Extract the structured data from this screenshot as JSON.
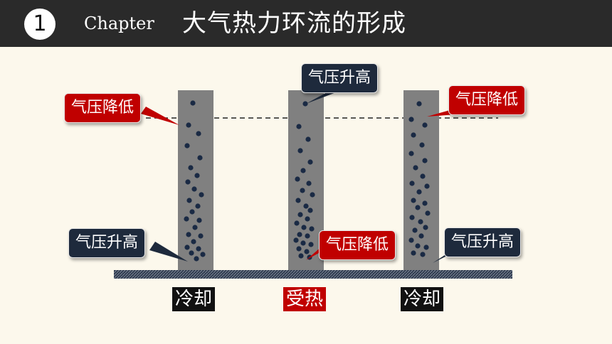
{
  "header": {
    "number": "1",
    "chapter": "Chapter",
    "title": "大气热力环流的形成"
  },
  "callouts": {
    "left_top": "气压降低",
    "middle_top": "气压升高",
    "right_top": "气压降低",
    "left_bottom": "气压升高",
    "middle_bottom": "气压降低",
    "right_bottom": "气压升高"
  },
  "ground_labels": {
    "left": "冷却",
    "middle": "受热",
    "right": "冷却"
  },
  "colors": {
    "header_bg": "#2a2a2a",
    "low_pressure": "#c00000",
    "high_pressure": "#1e2a3c",
    "column": "#808080",
    "molecule": "#1a2a44",
    "ground": "#2e3a4e"
  },
  "icons": [
    "number-circle",
    "dashed-isobar-line",
    "hatched-ground-bar",
    "air-molecule-dot"
  ]
}
